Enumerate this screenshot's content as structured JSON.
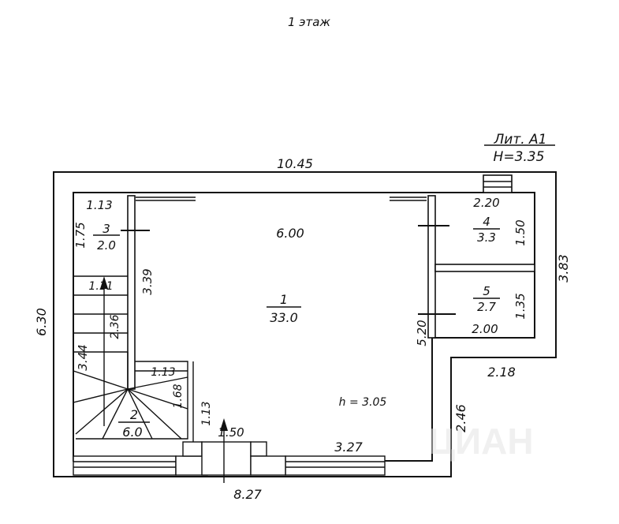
{
  "floor_title": "1 этаж",
  "litera": {
    "name": "Лит. А1",
    "height": "Н=3.35"
  },
  "dimensions": {
    "top_total": "10.45",
    "left_total": "6.30",
    "right_upper": "3.83",
    "right_lower_step": "2.18",
    "right_lower": "2.46",
    "bottom_total": "8.27",
    "bottom_right": "3.27",
    "hall_width": "6.00",
    "hall_height": "5.20",
    "stair_top_width": "1.13",
    "stair_top_height": "1.75",
    "stair_side": "3.39",
    "stair_flight": "2.36",
    "stair_left": "3.44",
    "stair_inner": "1.11",
    "lower_inner_width": "1.13",
    "lower_inner_height": "1.68",
    "lower_inner_right": "1.13",
    "entrance": "1.50",
    "room4_width": "2.20",
    "room4_height": "1.50",
    "room5_width": "2.00",
    "room5_height": "1.35",
    "ceiling_height": "h = 3.05"
  },
  "rooms": [
    {
      "number": "1",
      "area": "33.0"
    },
    {
      "number": "2",
      "area": "6.0"
    },
    {
      "number": "3",
      "area": "2.0"
    },
    {
      "number": "4",
      "area": "3.3"
    },
    {
      "number": "5",
      "area": "2.7"
    }
  ],
  "watermark": "ЦИАН"
}
